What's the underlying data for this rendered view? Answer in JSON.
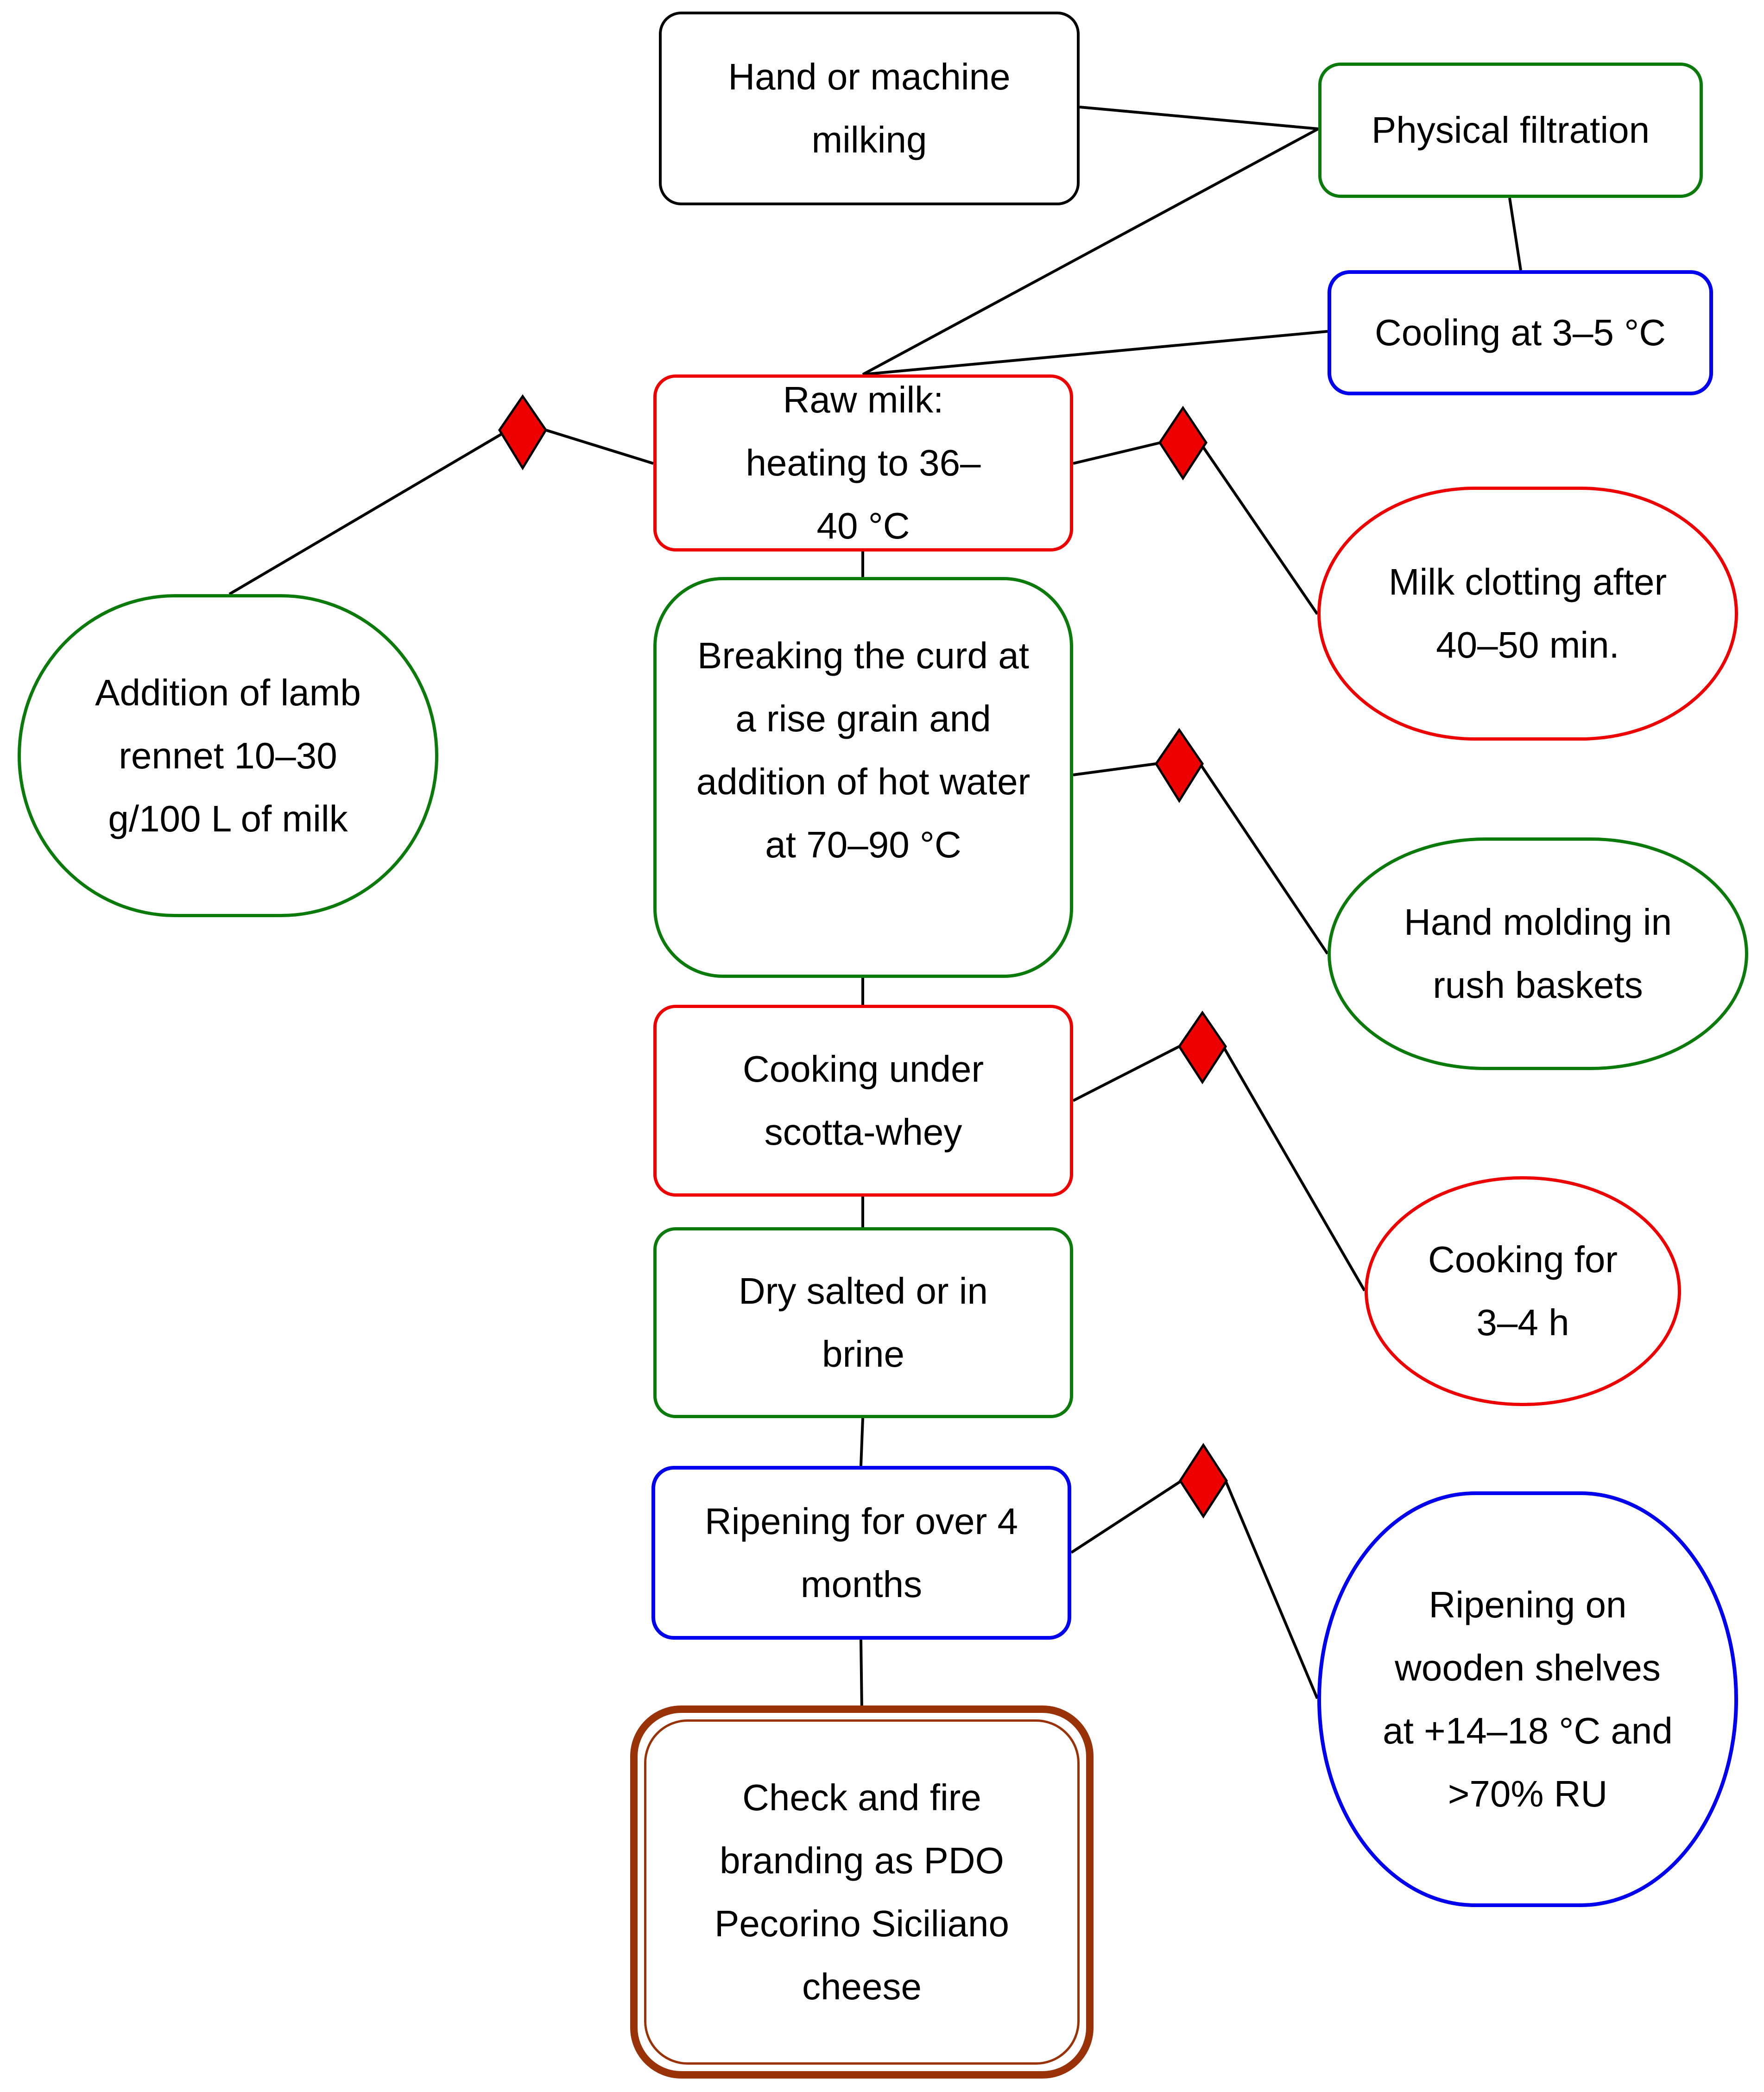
{
  "nodes": {
    "hand_machine_milking": "Hand or machine milking",
    "physical_filtration": "Physical filtration",
    "cooling": "Cooling at 3–5 °C",
    "raw_milk_heating": "Raw milk: heating to 36–40 °C",
    "lamb_rennet": "Addition of lamb rennet 10–30 g/100 L of milk",
    "milk_clotting": "Milk clotting after 40–50 min.",
    "breaking_curd": "Breaking the curd at a rise grain and addition of hot water at 70–90 °C",
    "hand_molding": "Hand molding in rush baskets",
    "cooking_scotta": "Cooking under scotta-whey",
    "cooking_time": "Cooking for 3–4 h",
    "dry_salted": "Dry salted or in brine",
    "ripening_months": "Ripening for over 4 months",
    "ripening_shelves": "Ripening on wooden shelves at +14–18 °C and >70% RU",
    "check_branding": "Check and fire branding as PDO Pecorino Siciliano cheese"
  },
  "colors": {
    "black": "#000000",
    "green": "#0a7a0a",
    "blue": "#0000ee",
    "red": "#ee0000",
    "brown": "#9a3208",
    "diamond": "#ee0000"
  }
}
